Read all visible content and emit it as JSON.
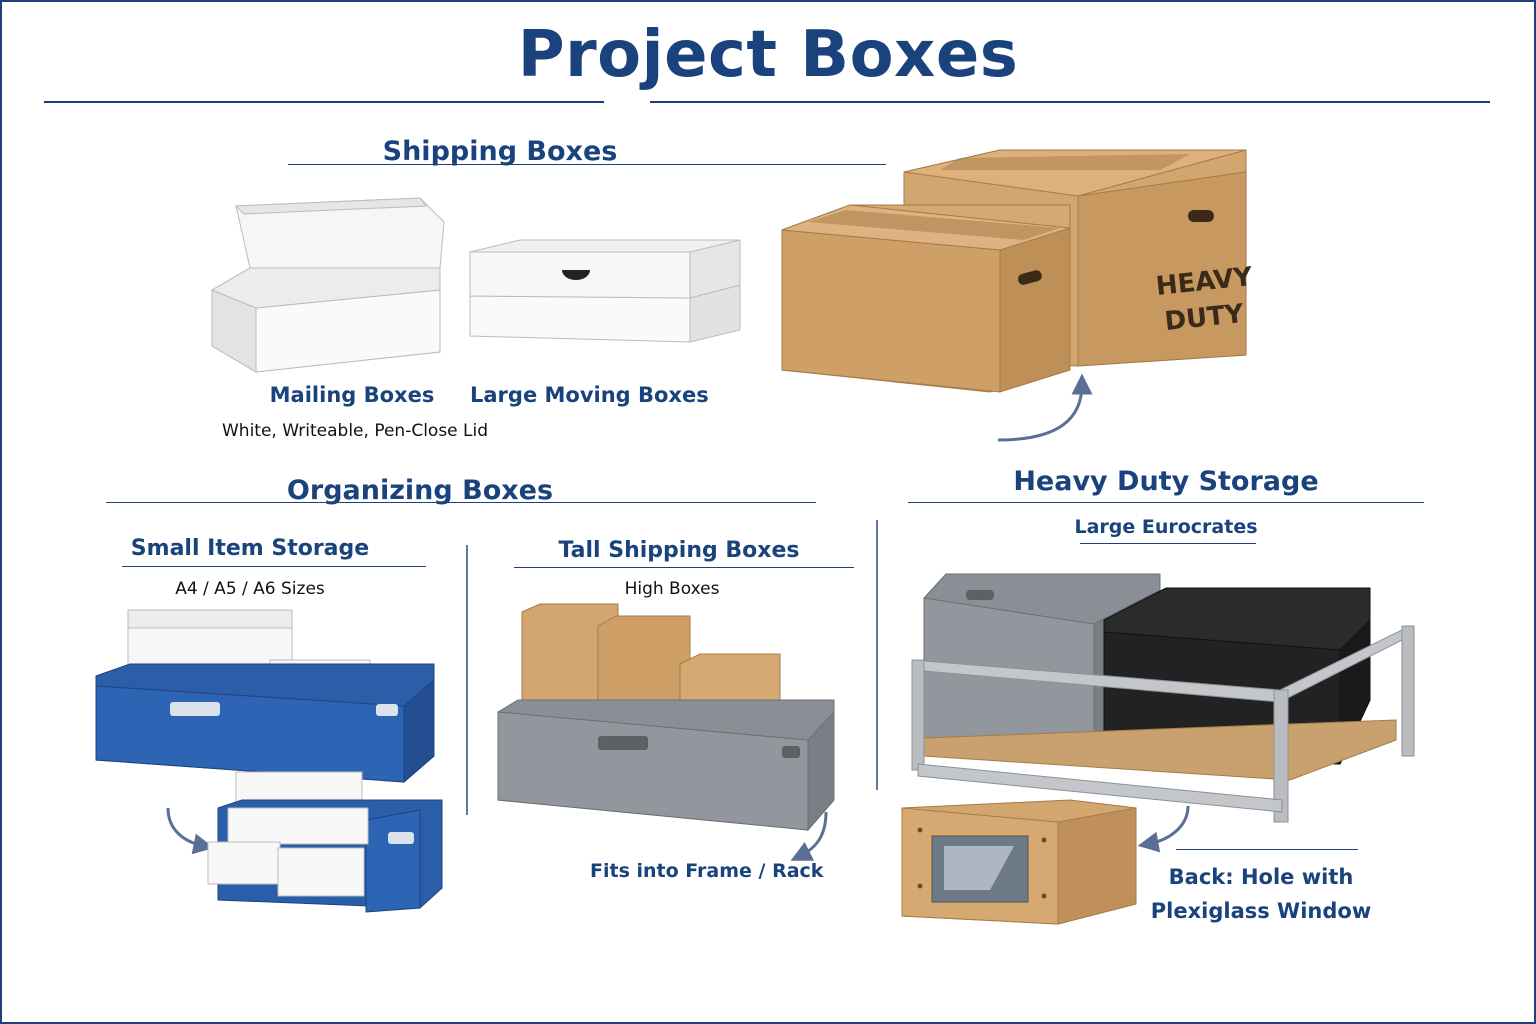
{
  "title": "Project Boxes",
  "shipping": {
    "heading": "Shipping Boxes",
    "mailing_label": "Mailing Boxes",
    "mailing_sub": "White, Writeable, Pen-Close Lid",
    "moving_label": "Large Moving Boxes",
    "heavy_duty_print": [
      "HEAVY",
      "DUTY"
    ]
  },
  "organizing": {
    "heading": "Organizing Boxes",
    "small_label": "Small Item Storage",
    "small_sub": "A4 / A5 / A6 Sizes",
    "tall_label": "Tall Shipping Boxes",
    "tall_sub": "High Boxes",
    "fits_note": "Fits into Frame / Rack"
  },
  "heavy": {
    "heading": "Heavy Duty Storage",
    "sub": "Large Eurocrates",
    "back_note": [
      "Back: Hole with",
      "Plexiglass Window"
    ]
  },
  "colors": {
    "navy": "#1a437e",
    "cardboard": "#c99a64",
    "crate_blue": "#2a5ea8",
    "crate_grey": "#8a8f95",
    "crate_black": "#222222",
    "frame_steel": "#b9bdc2"
  },
  "icons": [
    "curved-arrow-icon"
  ]
}
